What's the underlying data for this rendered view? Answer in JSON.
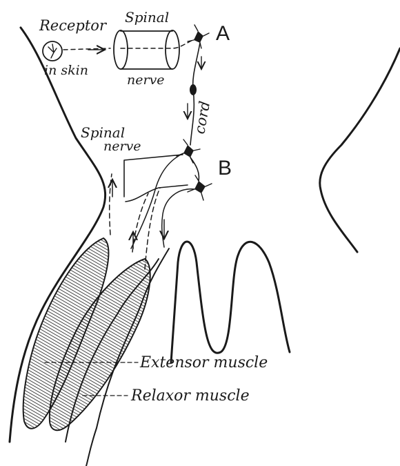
{
  "labels": {
    "receptor": "Receptor",
    "in_skin": "in skin",
    "spinal_top": "Spinal",
    "nerve_top": "nerve",
    "point_a": "A",
    "cord": "cord",
    "spinal_mid": "Spinal",
    "nerve_mid": "nerve",
    "point_b": "B",
    "extensor": "Extensor muscle",
    "relaxor": "Relaxor muscle"
  },
  "colors": {
    "ink": "#1a1a1a",
    "background": "#ffffff"
  }
}
